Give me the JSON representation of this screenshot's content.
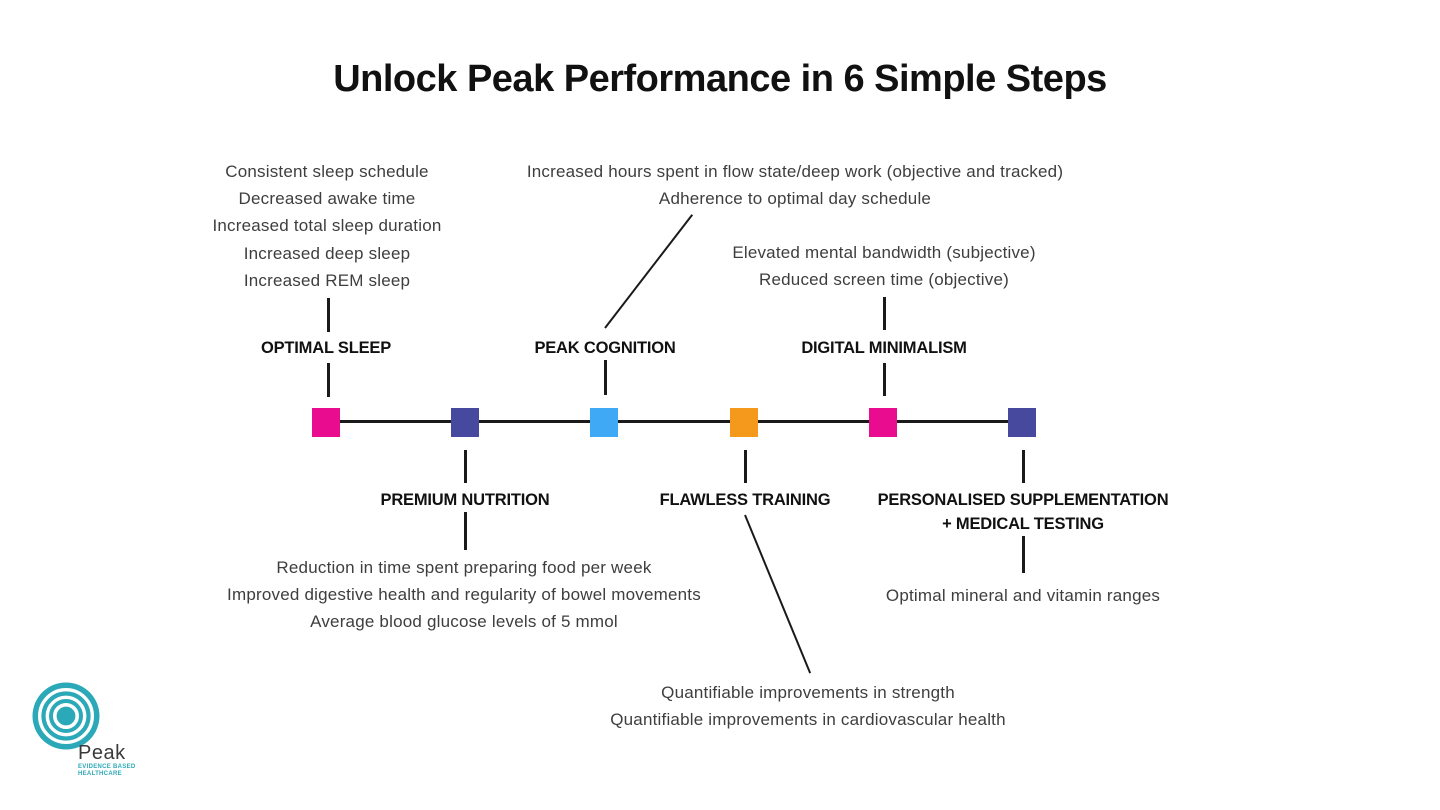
{
  "title": "Unlock Peak Performance in 6 Simple Steps",
  "colors": {
    "pink": "#E90C8F",
    "indigo": "#47499E",
    "blue": "#3FA9F5",
    "orange": "#F5991D",
    "line": "#1A1A1A",
    "body_text": "#3E3E3E",
    "heading_text": "#111111",
    "teal": "#2CA9B8",
    "background": "#FFFFFF"
  },
  "steps": [
    {
      "label": "OPTIMAL SLEEP",
      "color": "#E90C8F",
      "position": "above",
      "metrics": [
        "Consistent sleep schedule",
        "Decreased awake time",
        "Increased total sleep duration",
        "Increased deep sleep",
        "Increased REM sleep"
      ]
    },
    {
      "label": "PREMIUM NUTRITION",
      "color": "#47499E",
      "position": "below",
      "metrics": [
        "Reduction in time spent preparing food per week",
        "Improved digestive health and regularity of bowel movements",
        "Average blood glucose levels of 5 mmol"
      ]
    },
    {
      "label": "PEAK COGNITION",
      "color": "#3FA9F5",
      "position": "above",
      "metrics": [
        "Increased hours spent in flow state/deep work (objective and tracked)",
        "Adherence to optimal day schedule"
      ]
    },
    {
      "label": "FLAWLESS TRAINING",
      "color": "#F5991D",
      "position": "below",
      "metrics": [
        "Quantifiable improvements in strength",
        "Quantifiable improvements in cardiovascular health"
      ]
    },
    {
      "label": "DIGITAL MINIMALISM",
      "color": "#E90C8F",
      "position": "above",
      "metrics": [
        "Elevated mental bandwidth (subjective)",
        "Reduced screen time (objective)"
      ]
    },
    {
      "label": "PERSONALISED SUPPLEMENTATION",
      "label_line2": "+ MEDICAL TESTING",
      "color": "#47499E",
      "position": "below",
      "metrics": [
        "Optimal mineral and vitamin ranges"
      ]
    }
  ],
  "logo": {
    "name": "Peak",
    "tagline_line1": "EVIDENCE BASED",
    "tagline_line2": "HEALTHCARE"
  }
}
